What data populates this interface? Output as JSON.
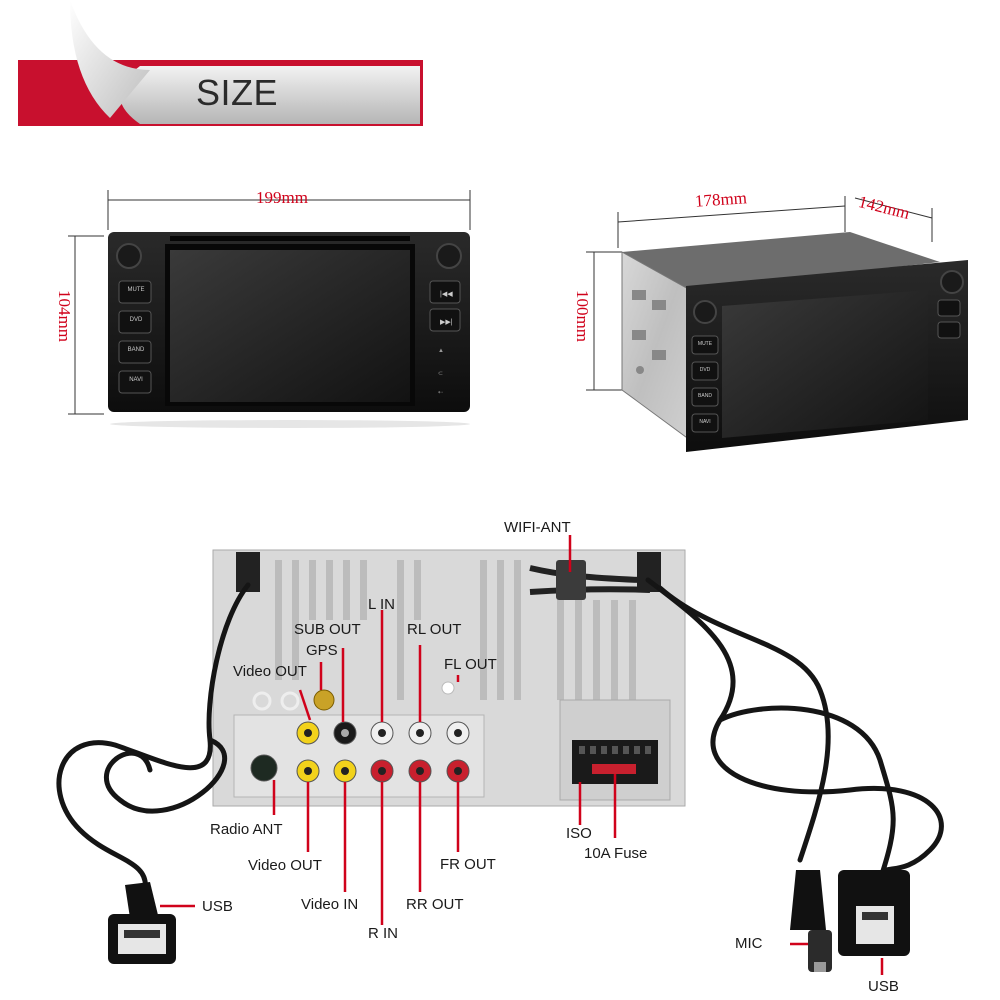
{
  "banner": {
    "title": "SIZE",
    "accent_color": "#c8102e"
  },
  "front_view": {
    "width_label": "199mm",
    "height_label": "104mm",
    "buttons": [
      "MUTE",
      "DVD",
      "BAND",
      "NAVI"
    ]
  },
  "side_view": {
    "width_label": "178mm",
    "depth_label": "142mm",
    "height_label": "100mm",
    "buttons": [
      "MUTE",
      "DVD",
      "BAND",
      "NAVI"
    ]
  },
  "connections": {
    "wifi_ant": "WIFI-ANT",
    "l_in": "L IN",
    "sub_out": "SUB OUT",
    "gps": "GPS",
    "rl_out": "RL OUT",
    "fl_out": "FL OUT",
    "video_out_top": "Video OUT",
    "radio_ant": "Radio ANT",
    "video_out": "Video OUT",
    "video_in": "Video IN",
    "r_in": "R IN",
    "rr_out": "RR OUT",
    "fr_out": "FR OUT",
    "iso": "ISO",
    "fuse": "10A Fuse",
    "usb_left": "USB",
    "mic": "MIC",
    "usb_right": "USB"
  }
}
